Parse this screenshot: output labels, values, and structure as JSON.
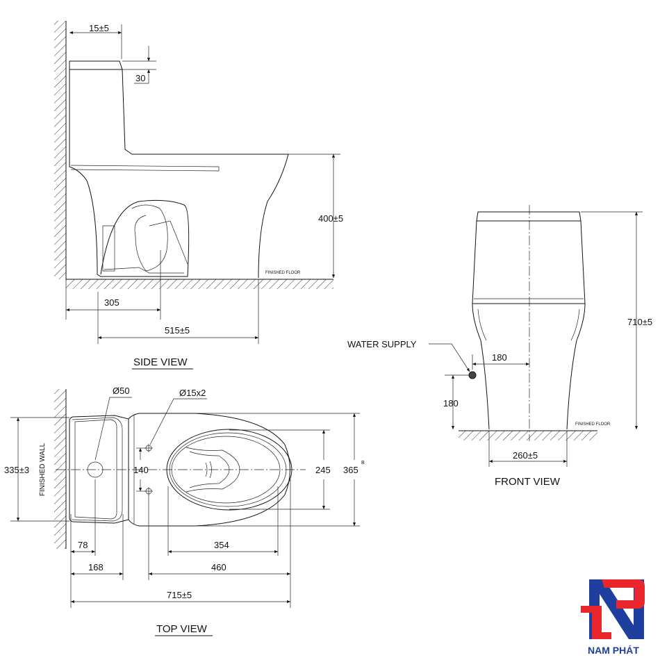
{
  "side_view": {
    "title": "SIDE VIEW",
    "dim_top_offset": "15±5",
    "dim_lid": "30",
    "dim_height": "400±5",
    "dim_outlet": "305",
    "dim_depth": "515±5",
    "floor_label": "FINISHED FLOOR"
  },
  "front_view": {
    "title": "FRONT VIEW",
    "dim_height": "710±5",
    "dim_supply_offset": "180",
    "dim_supply_height": "180",
    "dim_base_width": "260±5",
    "water_supply_label": "WATER SUPPLY",
    "floor_label": "FINISHED FLOOR"
  },
  "top_view": {
    "title": "TOP VIEW",
    "wall_label": "FINISHED WALL",
    "dim_outlet_dia": "Ø50",
    "dim_bolt_dia": "Ø15x2",
    "dim_tank_width": "335±3",
    "dim_bolt_spacing": "140",
    "dim_bowl_width": "245",
    "dim_total_width": "365",
    "dim_width_note": "B",
    "dim_wall_outlet": "78",
    "dim_wall_bolt": "168",
    "dim_bowl_length": "354",
    "dim_bolt_front": "460",
    "dim_total_length": "715±5"
  },
  "logo": {
    "brand": "NAM PHÁT",
    "colors": {
      "blue": "#1f3f9e",
      "red": "#e8262b"
    }
  }
}
